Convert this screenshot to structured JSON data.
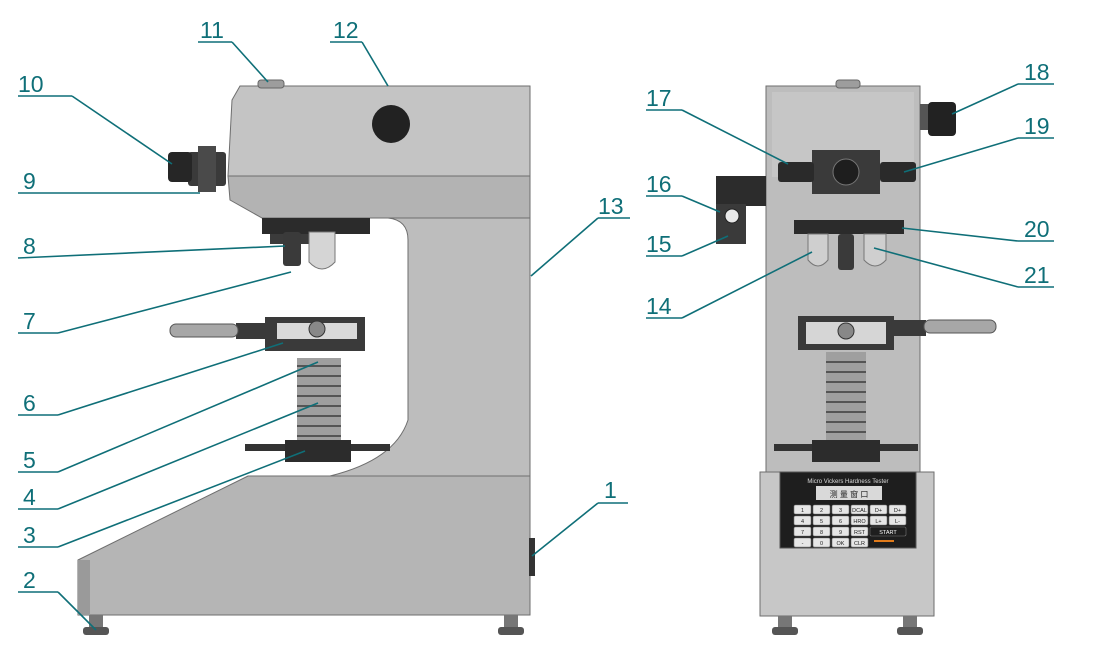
{
  "callouts": [
    {
      "id": "1",
      "label": "1"
    },
    {
      "id": "2",
      "label": "2"
    },
    {
      "id": "3",
      "label": "3"
    },
    {
      "id": "4",
      "label": "4"
    },
    {
      "id": "5",
      "label": "5"
    },
    {
      "id": "6",
      "label": "6"
    },
    {
      "id": "7",
      "label": "7"
    },
    {
      "id": "8",
      "label": "8"
    },
    {
      "id": "9",
      "label": "9"
    },
    {
      "id": "10",
      "label": "10"
    },
    {
      "id": "11",
      "label": "11"
    },
    {
      "id": "12",
      "label": "12"
    },
    {
      "id": "13",
      "label": "13"
    },
    {
      "id": "14",
      "label": "14"
    },
    {
      "id": "15",
      "label": "15"
    },
    {
      "id": "16",
      "label": "16"
    },
    {
      "id": "17",
      "label": "17"
    },
    {
      "id": "18",
      "label": "18"
    },
    {
      "id": "19",
      "label": "19"
    },
    {
      "id": "20",
      "label": "20"
    },
    {
      "id": "21",
      "label": "21"
    }
  ],
  "control_panel": {
    "title": "Micro Vickers Hardness Tester",
    "display_text": "测 量 窗 口",
    "keys": [
      [
        "1",
        "2",
        "3",
        "DCAL",
        "D+",
        "D+"
      ],
      [
        "4",
        "5",
        "6",
        "HRO",
        "L+",
        "L-"
      ],
      [
        "7",
        "8",
        "9",
        "RST",
        "START",
        ""
      ],
      [
        "-",
        "0",
        "OK",
        "CLR",
        "",
        ""
      ]
    ]
  },
  "colors": {
    "callout": "#0f6f78",
    "body": "#b9b9b9",
    "body_dark": "#8c8c8c",
    "panel": "#1e1e1e"
  }
}
